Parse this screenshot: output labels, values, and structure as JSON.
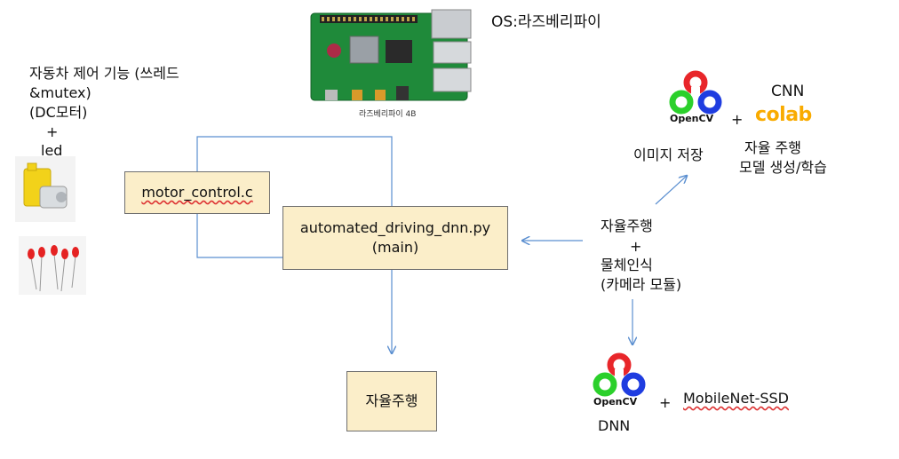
{
  "os_label": "OS:라즈베리파이",
  "board_caption": "라즈베리파이 4B",
  "left_text": {
    "line1": "자동차 제어 기능 (쓰레드",
    "line2": "&mutex)",
    "line3": "(DC모터)",
    "plus": "+",
    "line4": "led"
  },
  "boxes": {
    "motor": "motor_control.c",
    "main_line1": "automated_driving_dnn.py",
    "main_line2": "(main)",
    "drive": "자율주행"
  },
  "middle_text": {
    "line1": "자율주행",
    "plus": "+",
    "line2": "물체인식",
    "line3": "(카메라 모듈)"
  },
  "top_right": {
    "opencv": "OpenCV",
    "plus": "+",
    "cnn": "CNN",
    "colab": "colab",
    "save": "이미지 저장",
    "model_line1": "자율 주행",
    "model_line2": "모델 생성/학습"
  },
  "bottom_right": {
    "opencv": "OpenCV",
    "plus": "+",
    "model": "MobileNet-SSD",
    "dnn": "DNN"
  },
  "colors": {
    "box_fill": "#fbeec9",
    "arrow": "#5b8fd0",
    "opencv_red": "#e8262a",
    "opencv_green": "#2bd02b",
    "opencv_blue": "#1f3de0",
    "colab_orange": "#f9ab00"
  }
}
